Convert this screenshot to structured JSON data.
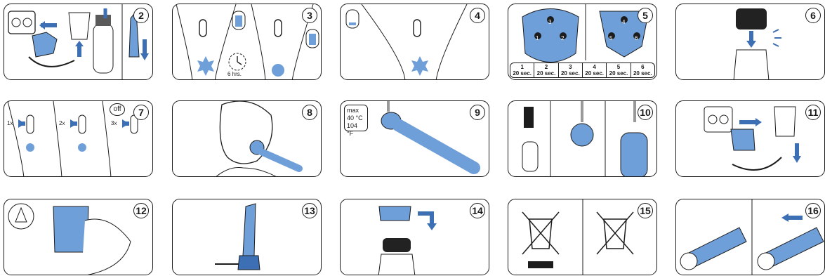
{
  "colors": {
    "accent": "#6f9fd8",
    "accent_dark": "#3d6fb5",
    "line": "#1c1c1c"
  },
  "steps": [
    {
      "number": "2"
    },
    {
      "number": "3",
      "timer_label": "6 hrs."
    },
    {
      "number": "4"
    },
    {
      "number": "5",
      "zone_labels": [
        "1",
        "2",
        "3",
        "4",
        "5",
        "6"
      ],
      "timers": [
        "20 sec.",
        "20 sec.",
        "20 sec.",
        "20 sec.",
        "20 sec.",
        "20 sec."
      ]
    },
    {
      "number": "6"
    },
    {
      "number": "7",
      "press_labels": [
        "1x",
        "2x",
        "3x"
      ],
      "off_label": "off"
    },
    {
      "number": "8"
    },
    {
      "number": "9",
      "temperature": [
        "max",
        "40 °C",
        "104 °F"
      ]
    },
    {
      "number": "10"
    },
    {
      "number": "11"
    },
    {
      "number": "12"
    },
    {
      "number": "13"
    },
    {
      "number": "14"
    },
    {
      "number": "15"
    },
    {
      "number": "16"
    }
  ]
}
